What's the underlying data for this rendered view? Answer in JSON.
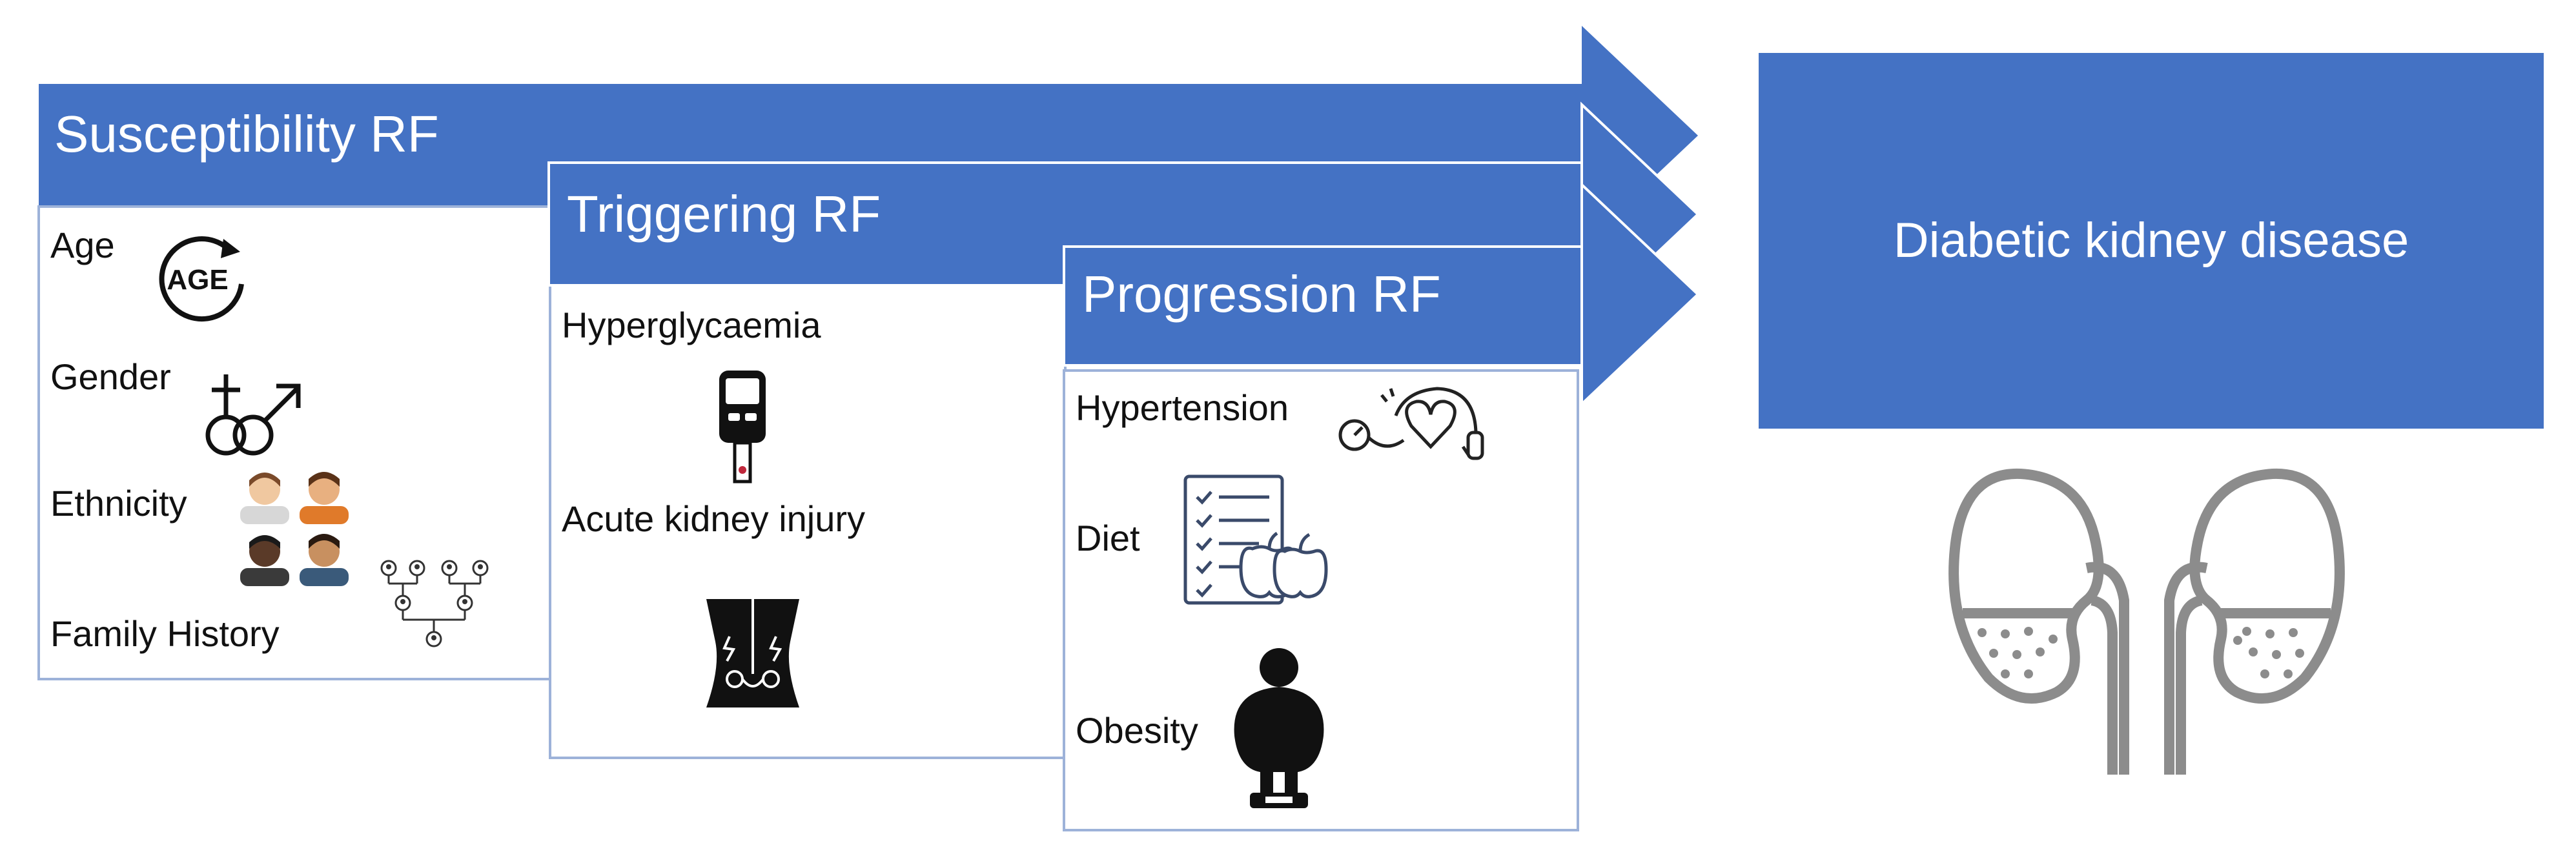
{
  "stages": {
    "susceptibility": {
      "title": "Susceptibility RF",
      "factors": [
        "Age",
        "Gender",
        "Ethnicity",
        "Family History"
      ]
    },
    "triggering": {
      "title": "Triggering RF",
      "factors": [
        "Hyperglycaemia",
        "Acute kidney injury"
      ]
    },
    "progression": {
      "title": "Progression RF",
      "factors": [
        "Hypertension",
        "Diet",
        "Obesity"
      ]
    }
  },
  "outcome": {
    "label": "Diabetic kidney disease"
  },
  "icons": {
    "age": "age-icon",
    "gender": "gender-symbols-icon",
    "ethnicity": "people-faces-icon",
    "family_history": "family-tree-icon",
    "hyperglycaemia": "glucose-meter-icon",
    "acute_kidney_injury": "back-pain-icon",
    "hypertension": "blood-pressure-heart-icon",
    "diet": "checklist-apples-icon",
    "obesity": "person-on-scale-icon",
    "kidneys": "kidneys-icon"
  },
  "colors": {
    "arrow": "#4472c4",
    "panel_border": "#9db2d9",
    "kidney": "#8c8c8c"
  }
}
